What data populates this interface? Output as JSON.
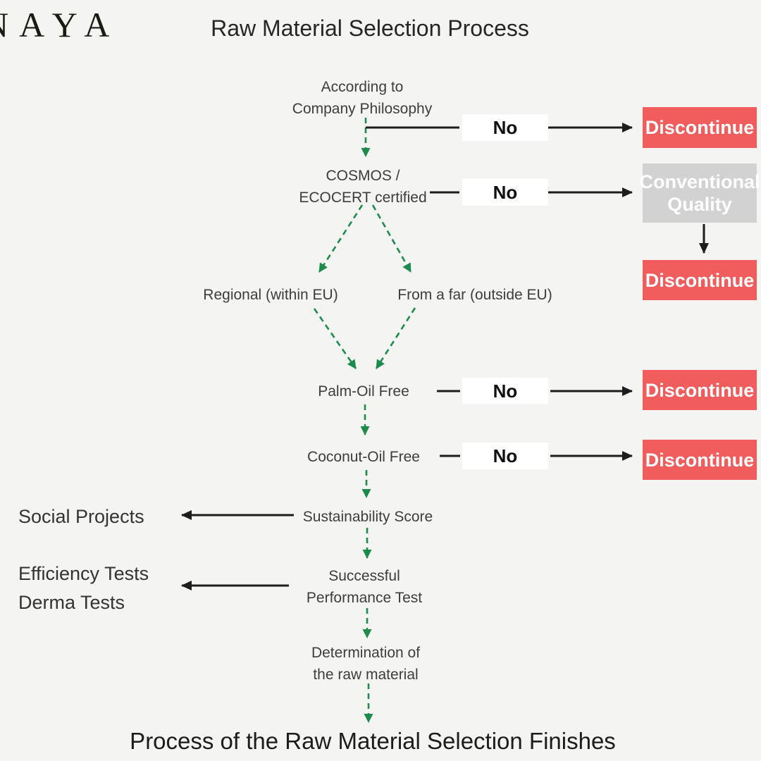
{
  "header": {
    "logo": "NAYA",
    "title": "Raw Material Selection Process"
  },
  "nodes": {
    "philosophy": {
      "line1": "According to",
      "line2": "Company Philosophy"
    },
    "cosmos": {
      "line1": "COSMOS /",
      "line2": "ECOCERT certified"
    },
    "regional": "Regional (within EU)",
    "from_afar": "From a far (outside EU)",
    "palm": "Palm-Oil Free",
    "coconut": "Coconut-Oil Free",
    "sustainability": "Sustainability Score",
    "performance": {
      "line1": "Successful",
      "line2": "Performance Test"
    },
    "determination": {
      "line1": "Determination of",
      "line2": "the raw material"
    }
  },
  "side": {
    "social": "Social Projects",
    "efficiency": {
      "line1": "Efficiency Tests",
      "line2": "Derma Tests"
    }
  },
  "labels": {
    "no": "No"
  },
  "outcomes": {
    "discontinue": "Discontinue",
    "conventional": {
      "line1": "Conventional",
      "line2": "Quality"
    }
  },
  "footer": {
    "title": "Process of the Raw Material Selection Finishes"
  },
  "colors": {
    "background": "#f4f4f2",
    "arrow_green": "#1e8b4d",
    "arrow_black": "#1d1d1d",
    "discontinue_red": "#f15c5c",
    "conventional_gray": "#d2d2d2"
  }
}
